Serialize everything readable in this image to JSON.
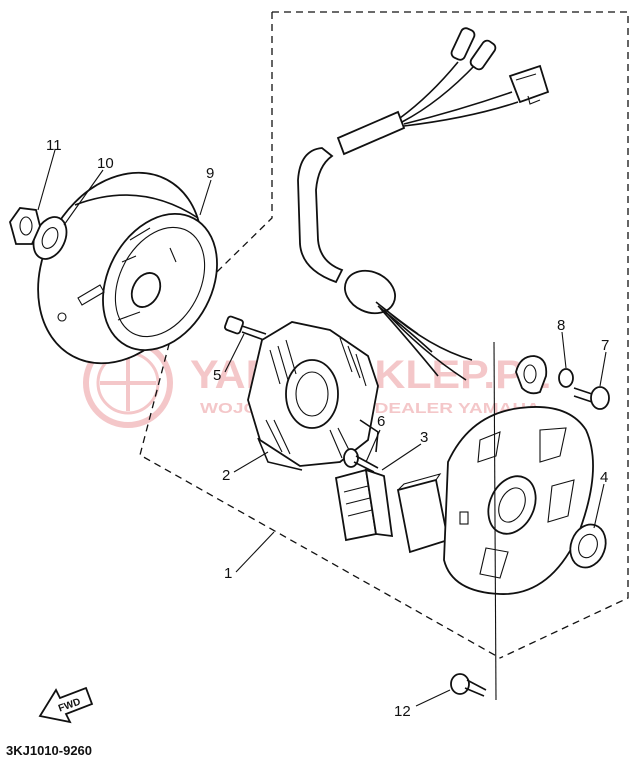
{
  "diagram": {
    "code": "3KJ1010-9260",
    "fwd_label": "FWD",
    "watermark": {
      "text_main": "YAMAHAKLEP.PL",
      "text_sub": "WOJCIECH KLEP | DEALER YAMAHA",
      "color": "#d9393f"
    },
    "callouts": {
      "c1": "1",
      "c2": "2",
      "c3": "3",
      "c4": "4",
      "c5": "5",
      "c6": "6",
      "c7": "7",
      "c8": "8",
      "c9": "9",
      "c10": "10",
      "c11": "11",
      "c12": "12"
    }
  }
}
